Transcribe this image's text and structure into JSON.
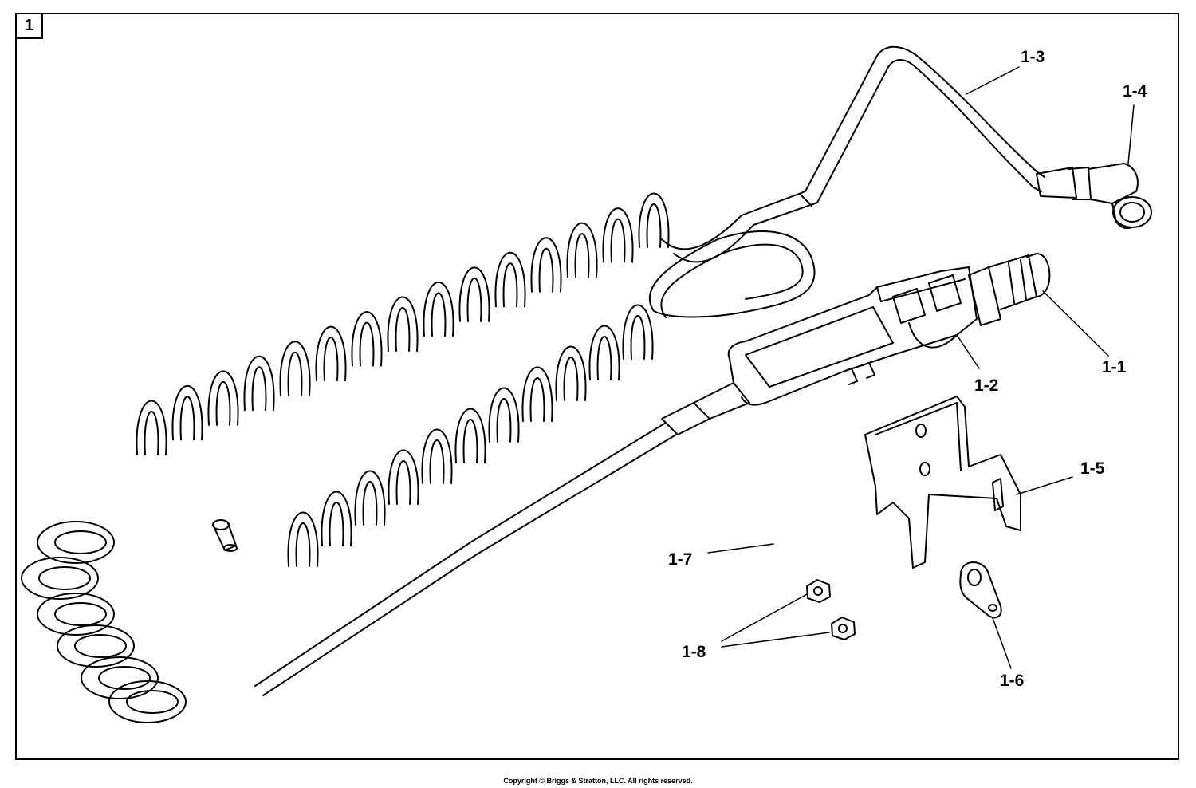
{
  "diagram_number": "1",
  "callouts": {
    "c1_1": "1-1",
    "c1_2": "1-2",
    "c1_3": "1-3",
    "c1_4": "1-4",
    "c1_5": "1-5",
    "c1_6": "1-6",
    "c1_7": "1-7",
    "c1_8": "1-8"
  },
  "copyright": "Copyright © Briggs & Stratton, LLC. All rights reserved."
}
